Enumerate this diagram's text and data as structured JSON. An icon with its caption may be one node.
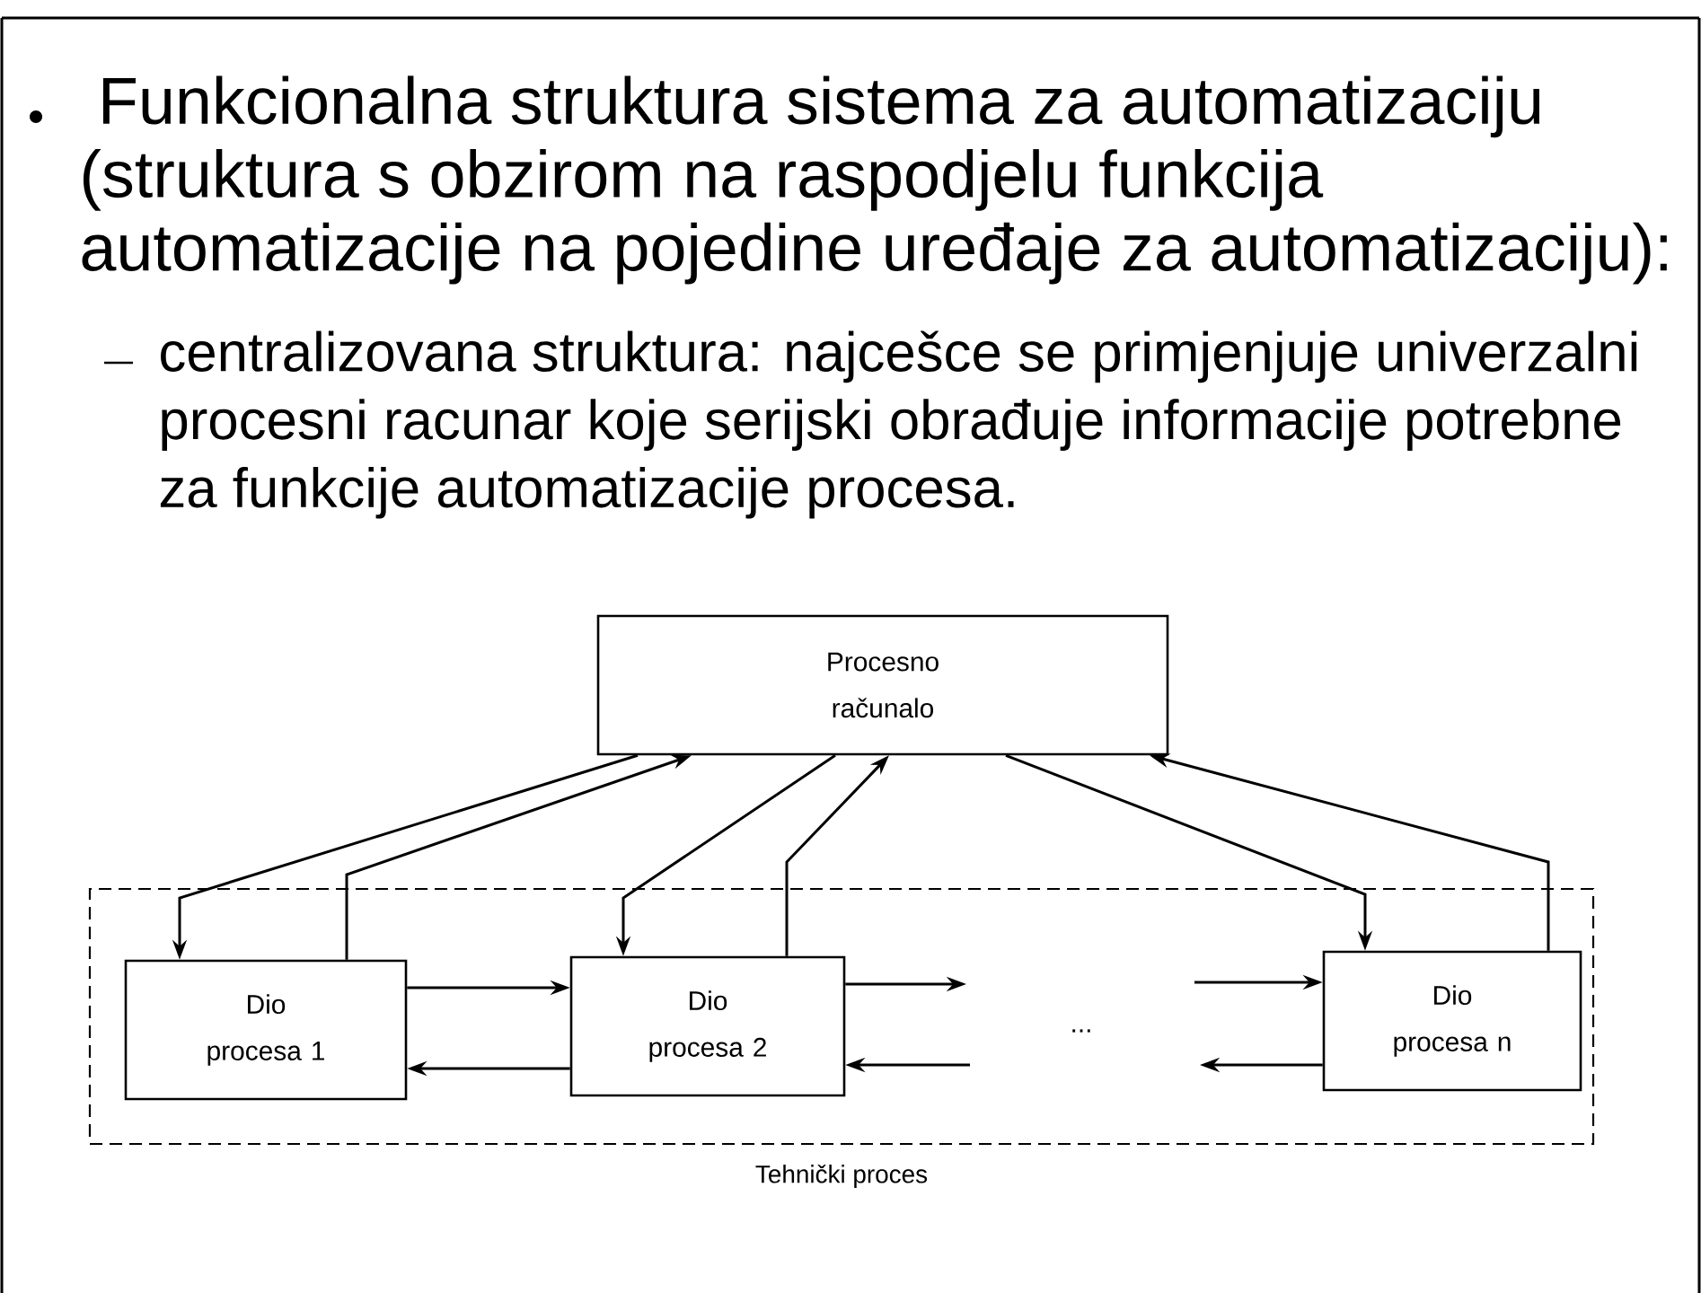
{
  "diagram": {
    "title": " Funkcionalna struktura sistema za automatizaciju (struktura s obzirom na raspodjelu funkcija automatizacije na pojedine uređaje za automatizaciju):",
    "nodes": [
      {
        "text": [
          "Tehnički proces"
        ]
      },
      {
        "text": [
          "Procesno računalo"
        ]
      },
      {
        "text": [
          "Dio procesa 1"
        ],
        "in": 0
      },
      {
        "text": [
          "Dio procesa 2"
        ],
        "in": 0
      },
      {
        "text": [
          "Dio procesa n"
        ],
        "in": 0
      }
    ],
    "edges": [
      {
        "from": 1,
        "to": 2,
        "arrow": "to"
      },
      {
        "from": 2,
        "to": 1,
        "arrow": "to"
      },
      {
        "from": 1,
        "to": 3,
        "arrow": "to"
      },
      {
        "from": 3,
        "to": 1,
        "arrow": "to"
      },
      {
        "from": 1,
        "to": 4,
        "arrow": "to"
      },
      {
        "from": 4,
        "to": 1,
        "arrow": "to"
      },
      {
        "from": 2,
        "to": 3,
        "arrow": "to"
      },
      {
        "from": 3,
        "to": 2,
        "arrow": "to"
      },
      {
        "from": 3,
        "to": null,
        "arrow": "to"
      },
      {
        "from": null,
        "to": 3,
        "arrow": "to"
      },
      {
        "from": null,
        "to": 4,
        "arrow": "to"
      },
      {
        "from": 4,
        "to": null,
        "arrow": "to"
      }
    ],
    "labels": [
      "centralizovana struktura: najcešce se primjenjuje univerzalni procesni racunar koje serijski obrađuje informacije potrebne za funkcije automatizacije procesa.",
      "..."
    ]
  }
}
